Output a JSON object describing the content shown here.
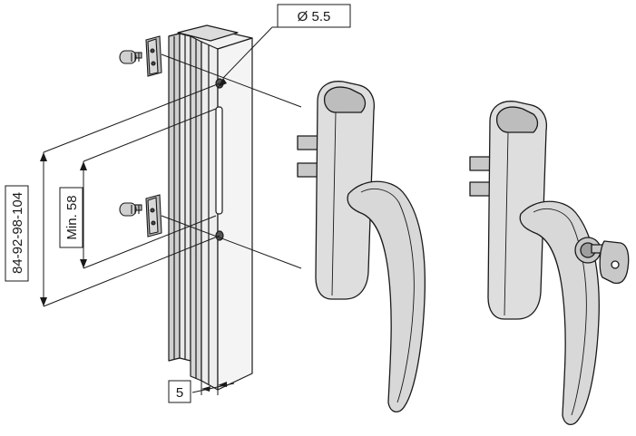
{
  "dimensions": {
    "hole_diameter": "Ø 5.5",
    "min_spacing": "Min. 58",
    "hole_distances": "84-92-98-104",
    "offset": "5"
  },
  "colors": {
    "line": "#1a1a1a",
    "handle_fill": "#dedede",
    "handle_shade": "#b9b9b9",
    "profile_fill": "#e6e6e6",
    "metal": "#c8c8c8"
  }
}
